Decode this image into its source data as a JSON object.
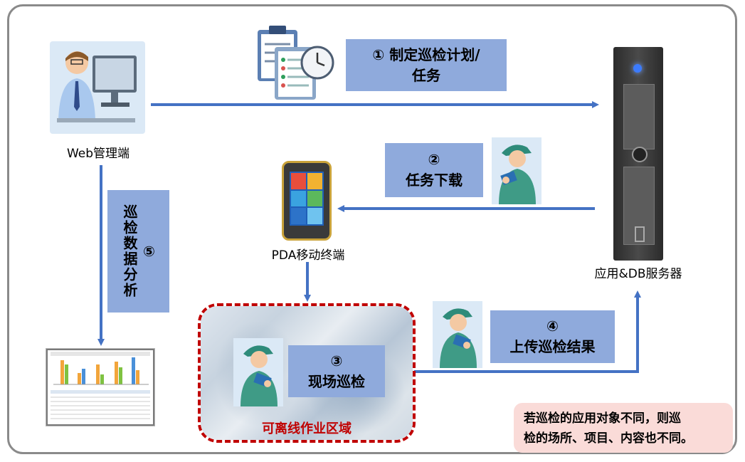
{
  "nodes": {
    "web": "Web管理端",
    "pda": "PDA移动终端",
    "server": "应用&DB服务器"
  },
  "steps": {
    "s1_line1": "① 制定巡检计划/",
    "s1_line2": "任务",
    "s2_line1": "②",
    "s2_line2": "任务下载",
    "s3_line1": "③",
    "s3_line2": "现场巡检",
    "s4_line1": "④",
    "s4_line2": "上传巡检结果",
    "s5_text": "巡检数据分析",
    "s5_num": "⑤"
  },
  "offline_zone": "可离线作业区域",
  "note": {
    "line1": "若巡检的应用对象不同，则巡",
    "line2": "检的场所、项目、内容也不同。"
  },
  "colors": {
    "arrow": "#4472c4",
    "step_box": "#8faadc",
    "offline_border": "#c00000",
    "note_bg": "#fadbd8"
  }
}
